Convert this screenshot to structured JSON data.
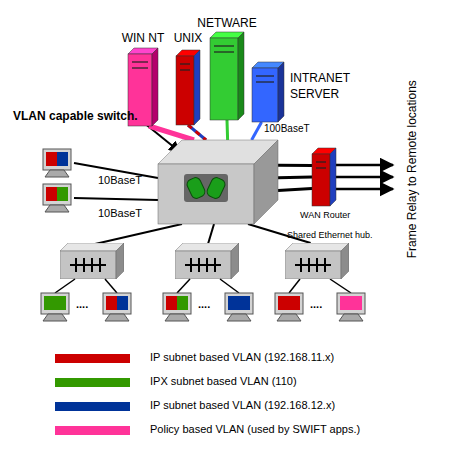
{
  "diagram": {
    "nodes": [
      {
        "text": [
          "WIN NT"
        ]
      },
      {
        "text": [
          "UNIX"
        ]
      },
      {
        "text": [
          "NETWARE"
        ]
      },
      {
        "text": [
          "INTRANET SERVER"
        ]
      },
      {
        "text": [
          "VLAN capable switch."
        ]
      },
      {
        "text": [
          "WAN Router"
        ]
      },
      {
        "text": [
          "Shared Ethernet hub."
        ]
      }
    ],
    "edges": [
      {
        "from": 0,
        "to": 4,
        "arrow": "none"
      },
      {
        "from": 1,
        "to": 4,
        "arrow": "none"
      },
      {
        "from": 2,
        "to": 4,
        "arrow": "none"
      },
      {
        "from": 3,
        "to": 4,
        "label": "100BaseT",
        "arrow": "none"
      },
      {
        "from": 4,
        "to": 5,
        "arrow": "none"
      },
      {
        "from": 4,
        "to": 5,
        "arrow": "none"
      },
      {
        "from": 4,
        "to": 5,
        "arrow": "none"
      },
      {
        "from": 4,
        "to": 6,
        "arrow": "none"
      }
    ],
    "labels": [
      "10BaseT",
      "10BaseT",
      "....",
      "....",
      "....",
      "Frame Relay to Remote locations"
    ],
    "legend": [
      {
        "text": "IP subnet based VLAN (192.168.11.x)",
        "color": "#cc0000"
      },
      {
        "text": "IPX subnet based VLAN (110)",
        "color": "#339900"
      },
      {
        "text": "IP subnet based VLAN (192.168.12.x)",
        "color": "#003399"
      },
      {
        "text": "Policy based VLAN (used by SWIFT apps.)",
        "color": "#ff3399"
      }
    ]
  }
}
